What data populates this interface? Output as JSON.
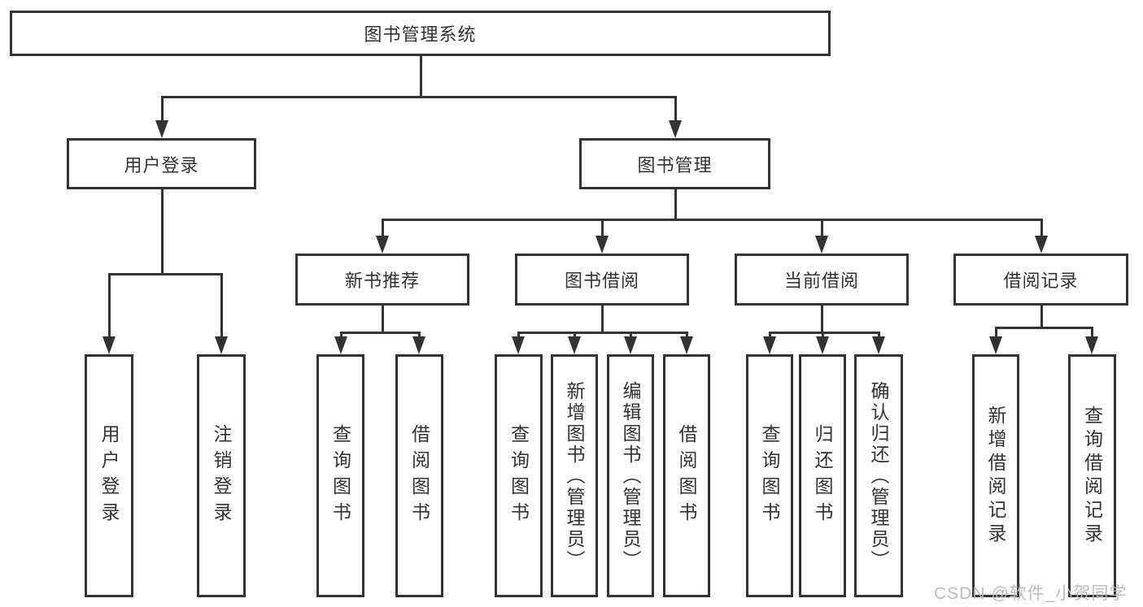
{
  "diagram": {
    "type": "hierarchy-tree",
    "title": "图书管理系统"
  },
  "nodes": {
    "root": {
      "label": "图书管理系统"
    },
    "level2": [
      {
        "label": "用户登录"
      },
      {
        "label": "图书管理"
      }
    ],
    "level3": [
      {
        "label": "新书推荐"
      },
      {
        "label": "图书借阅"
      },
      {
        "label": "当前借阅"
      },
      {
        "label": "借阅记录"
      }
    ],
    "leaves": [
      {
        "label": "用户登录",
        "parent": "用户登录"
      },
      {
        "label": "注销登录",
        "parent": "用户登录"
      },
      {
        "label": "查询图书",
        "parent": "新书推荐"
      },
      {
        "label": "借阅图书",
        "parent": "新书推荐"
      },
      {
        "label": "查询图书",
        "parent": "图书借阅"
      },
      {
        "label": "新增图书（管理员）",
        "parent": "图书借阅"
      },
      {
        "label": "编辑图书（管理员）",
        "parent": "图书借阅"
      },
      {
        "label": "借阅图书",
        "parent": "图书借阅"
      },
      {
        "label": "查询图书",
        "parent": "当前借阅"
      },
      {
        "label": "归还图书",
        "parent": "当前借阅"
      },
      {
        "label": "确认归还（管理员）",
        "parent": "当前借阅"
      },
      {
        "label": "新增借阅记录",
        "parent": "借阅记录"
      },
      {
        "label": "查询借阅记录",
        "parent": "借阅记录"
      }
    ]
  },
  "hierarchy": {
    "图书管理系统": [
      "用户登录",
      "图书管理"
    ],
    "用户登录": [
      "用户登录",
      "注销登录"
    ],
    "图书管理": [
      "新书推荐",
      "图书借阅",
      "当前借阅",
      "借阅记录"
    ],
    "新书推荐": [
      "查询图书",
      "借阅图书"
    ],
    "图书借阅": [
      "查询图书",
      "新增图书（管理员）",
      "编辑图书（管理员）",
      "借阅图书"
    ],
    "当前借阅": [
      "查询图书",
      "归还图书",
      "确认归还（管理员）"
    ],
    "借阅记录": [
      "新增借阅记录",
      "查询借阅记录"
    ]
  },
  "watermark": {
    "text": "CSDN @软件_小贺同学"
  },
  "colors": {
    "line": "#333333",
    "text": "#333333",
    "box_background": "#ffffff",
    "page_background": "#ffffff",
    "watermark": "#b6b6b6"
  }
}
